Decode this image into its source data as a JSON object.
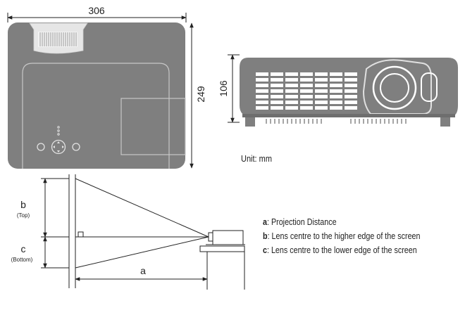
{
  "dimensions": {
    "width": "306",
    "depth": "249",
    "height": "106"
  },
  "unit_label": "Unit: mm",
  "projection": {
    "label_a": "a",
    "label_b": "b",
    "label_b_sub": "(Top)",
    "label_c": "c",
    "label_c_sub": "(Bottom)"
  },
  "legend": [
    {
      "key": "a",
      "text": ": Projection Distance"
    },
    {
      "key": "b",
      "text": ": Lens centre to the higher edge of the screen"
    },
    {
      "key": "c",
      "text": ": Lens centre to the lower edge of the screen"
    }
  ],
  "colors": {
    "body_fill": "#7f7f7f",
    "line": "#222222",
    "panel_light": "#cccccc"
  }
}
